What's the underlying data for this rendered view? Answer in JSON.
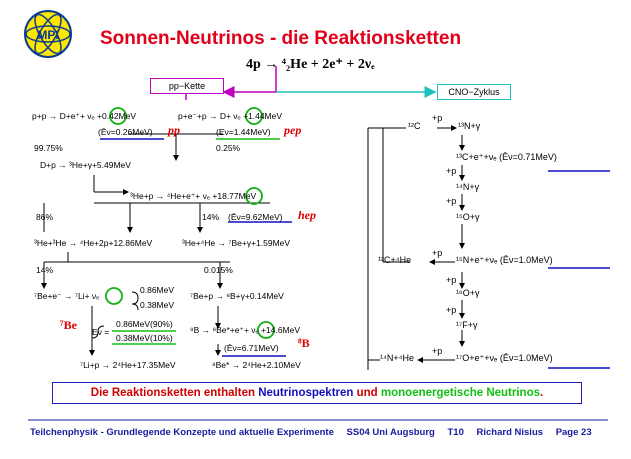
{
  "slide": {
    "title": "Sonnen-Neutrinos - die Reaktionsketten",
    "equation": "4p → ⁴₂He + 2e⁺ + 2νₑ",
    "logo_text": "MPI",
    "pp_box": "pp−Kette",
    "cno_box": "CNO−Zyklus"
  },
  "pp_chain": {
    "r1": "p+p → D+e⁺+ νₑ +0.42MeV",
    "r1_energy": "(Ēν=0.26MeV)",
    "r1_label": "pp",
    "r2": "p+e⁻+p → D+ νₑ +1.44MeV",
    "r2_energy": "(Eν=1.44MeV)",
    "r2_label": "pep",
    "pct1": "99.75%",
    "pct2": "0.25%",
    "r3": "D+p → ³He+γ+5.49MeV",
    "r4": "³He+p → ⁴He+e⁺+ νₑ +18.77MeV",
    "pct3": "86%",
    "pct4": "14%",
    "r4_energy": "(Ēν=9.62MeV)",
    "r4_label": "hep",
    "r5": "³He+³He → ⁴He+2p+12.86MeV",
    "r6": "³He+⁴He → ⁷Be+γ+1.59MeV",
    "pct5": "14%",
    "pct6": "0.015%",
    "r7": "⁷Be+e⁻ → ⁷Li+ νₑ",
    "r7_e1": "0.86MeV",
    "r7_e2": "0.38MeV",
    "r8": "⁷Be+p → ⁸B+γ+0.14MeV",
    "be7_label": "⁷Be",
    "ev": "Eν =",
    "ev1": "0.86MeV(90%)",
    "ev2": "0.38MeV(10%)",
    "r9": "⁸B → ⁸Be*+e⁺+ νₑ +14.6MeV",
    "r9_energy": "(Ēν=6.71MeV)",
    "b8_label": "⁸B",
    "r10": "⁷Li+p → 2⁴He+17.35MeV",
    "r11": "⁸Be* → 2⁴He+2.10MeV"
  },
  "cno_cycle": {
    "c1": "¹²C",
    "c1p": "+p",
    "c2": "¹³N+γ",
    "c3": "¹³C+e⁺+νₑ (Ēν=0.71MeV)",
    "c3p": "+p",
    "c4": "¹⁴N+γ",
    "c4p": "+p",
    "c5": "¹⁵O+γ",
    "c6": "¹²C+⁴He",
    "c6p": "+p",
    "c7": "¹⁵N+e⁺+νₑ (Ēν=1.0MeV)",
    "c7p": "+p",
    "c8": "¹⁶O+γ",
    "c8p": "+p",
    "c9": "¹⁷F+γ",
    "c10": "¹⁴N+⁴He",
    "c10p": "+p",
    "c11": "¹⁷O+e⁺+νₑ (Ēν=1.0MeV)"
  },
  "note": {
    "part1": "Die Reaktionsketten enthalten ",
    "part2": "Neutrinospektren",
    "part3": " und ",
    "part4": "monoenergetische Neutrinos",
    "part5": ".",
    "color1": "#d00000",
    "color2": "#1010c0",
    "color4": "#10c010"
  },
  "footer": {
    "course": "Teilchenphysik - Grundlegende Konzepte und aktuelle Experimente",
    "term": "SS04 Uni Augsburg",
    "topic": "T10",
    "author": "Richard Nisius",
    "page": "Page 23"
  }
}
